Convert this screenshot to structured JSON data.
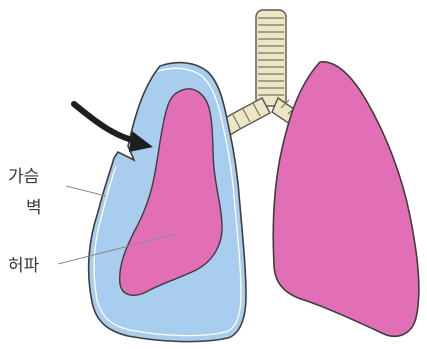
{
  "labels": {
    "chest_wall_line1": "가슴",
    "chest_wall_line2": "벽",
    "collapsed_lung": "허파"
  },
  "colors": {
    "pleural_space": "#a9cdee",
    "lung": "#e26fb5",
    "trachea": "#ece6c4",
    "outline": "#3d3d3d",
    "arrow": "#1e1e1e"
  },
  "icons": {
    "air_entry": "curved-arrow-icon"
  }
}
